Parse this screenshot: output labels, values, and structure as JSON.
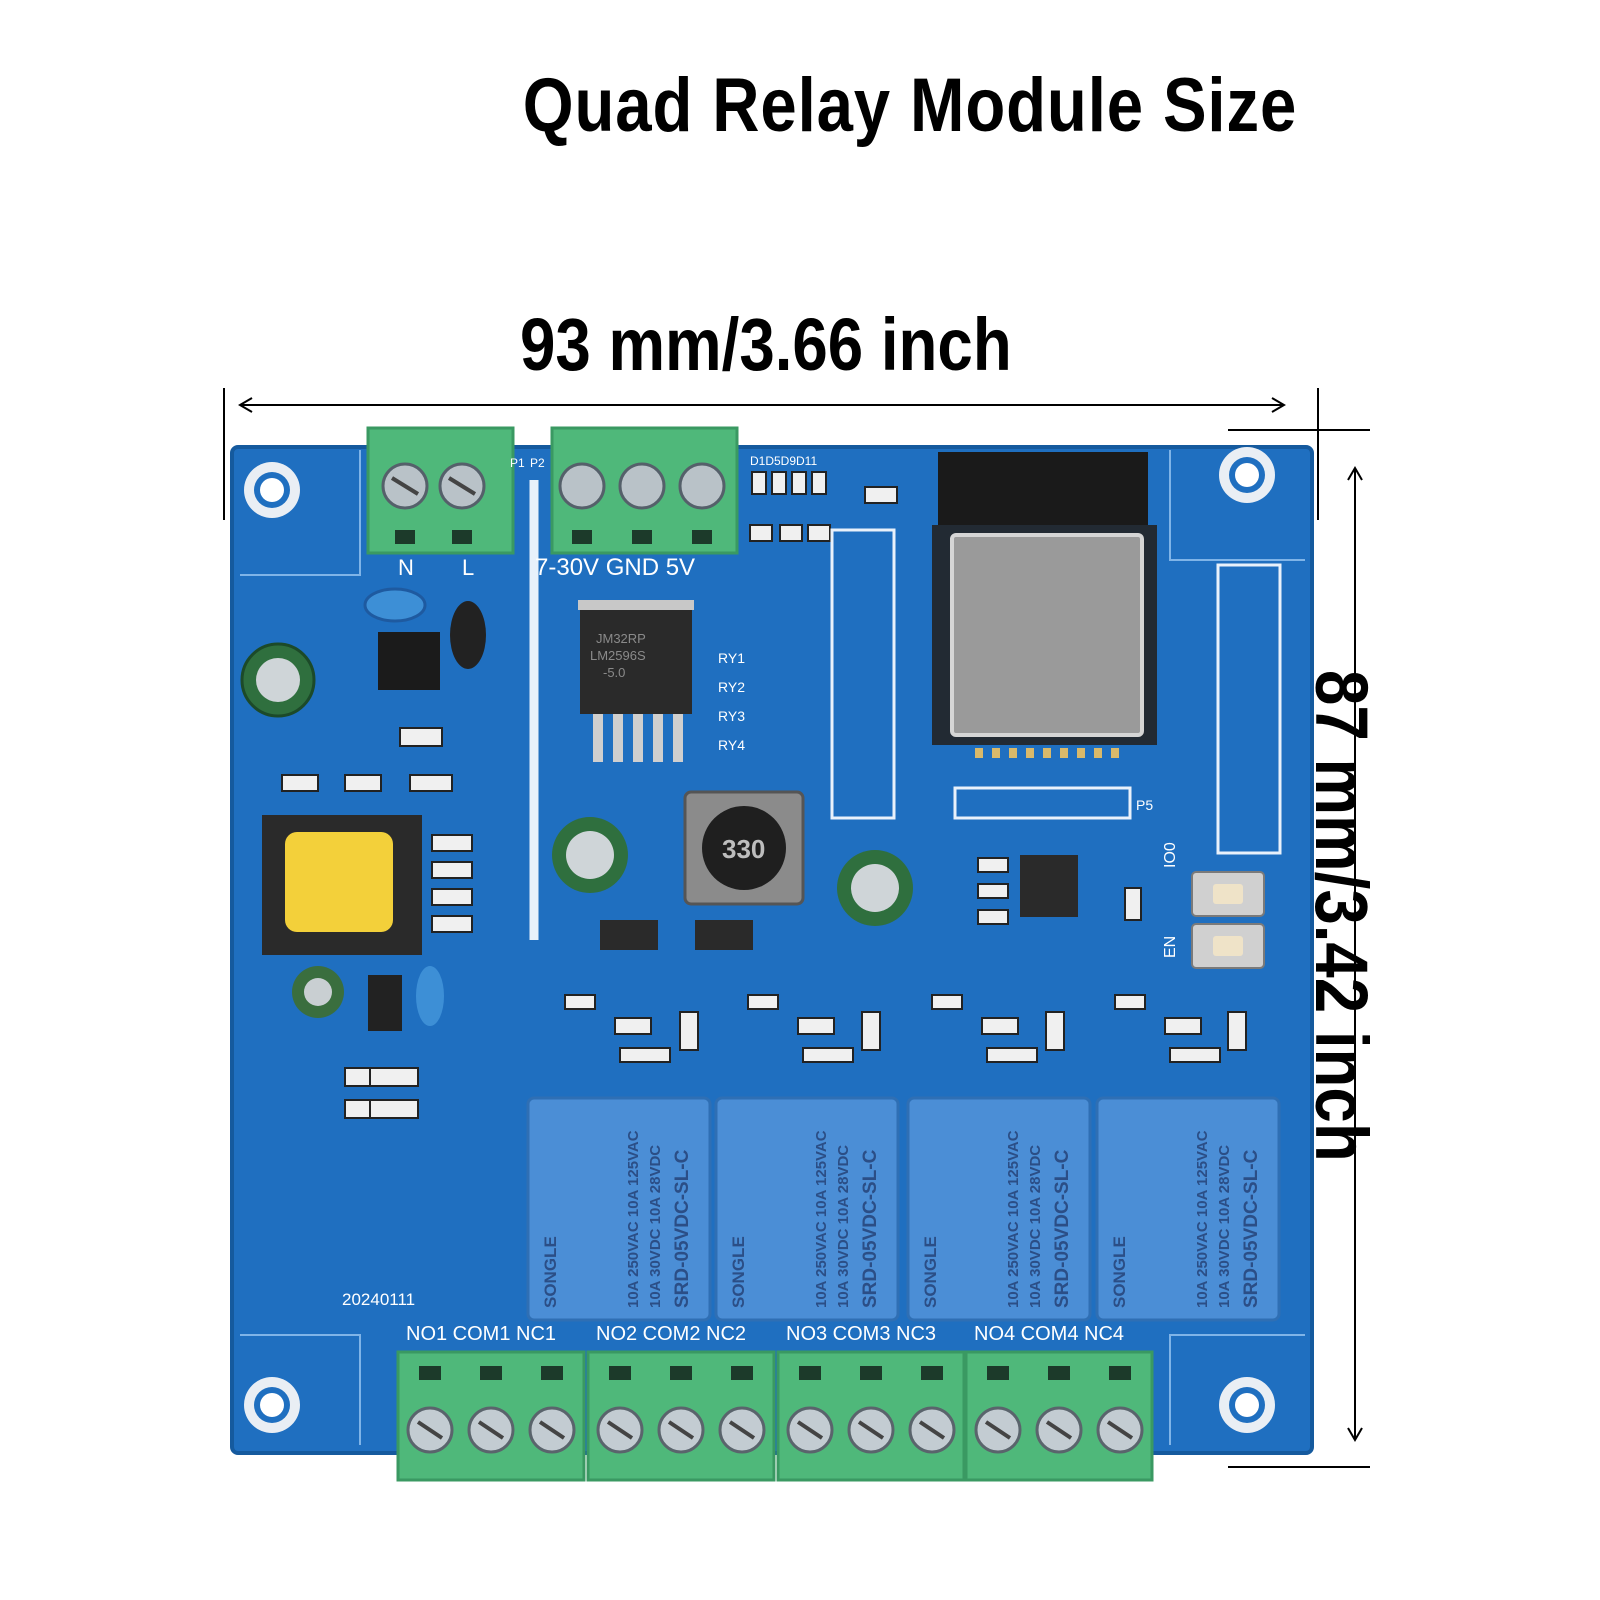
{
  "title": "Quad Relay Module Size",
  "width_label": "93 mm/3.66 inch",
  "height_label": "87 mm/3.42 inch",
  "board": {
    "date_code": "20240111",
    "power_terminal": [
      "N",
      "L"
    ],
    "dc_terminal_label": "7-30V GND 5V",
    "regulator_marking": [
      "JM32RP",
      "LM2596S",
      "-5.0"
    ],
    "inductor_marking": "330",
    "pin_labels": {
      "p1": "P1",
      "p2": "P2",
      "p5": "P5"
    },
    "led_labels": "D1D5D9D11",
    "io_labels": [
      "IO0",
      "EN"
    ],
    "relay_labels": [
      "RY1",
      "RY2",
      "RY3",
      "RY4"
    ],
    "relays": [
      {
        "brand": "SONGLE",
        "model": "SRD-05VDC-SL-C",
        "rating1": "10A 250VAC  10A 125VAC",
        "rating2": "10A 30VDC  10A 28VDC"
      },
      {
        "brand": "SONGLE",
        "model": "SRD-05VDC-SL-C",
        "rating1": "10A 250VAC  10A 125VAC",
        "rating2": "10A 30VDC  10A 28VDC"
      },
      {
        "brand": "SONGLE",
        "model": "SRD-05VDC-SL-C",
        "rating1": "10A 250VAC  10A 125VAC",
        "rating2": "10A 30VDC  10A 28VDC"
      },
      {
        "brand": "SONGLE",
        "model": "SRD-05VDC-SL-C",
        "rating1": "10A 250VAC  10A 125VAC",
        "rating2": "10A 30VDC  10A 28VDC"
      }
    ],
    "output_terminals": [
      {
        "label": "NO1 COM1 NC1"
      },
      {
        "label": "NO2 COM2 NC2"
      },
      {
        "label": "NO3 COM3 NC3"
      },
      {
        "label": "NO4 COM4 NC4"
      }
    ],
    "colors": {
      "pcb": "#1f6fc0",
      "terminal": "#4fb87a",
      "relay": "#4b8ed6",
      "module": "#9a9a9a"
    }
  }
}
